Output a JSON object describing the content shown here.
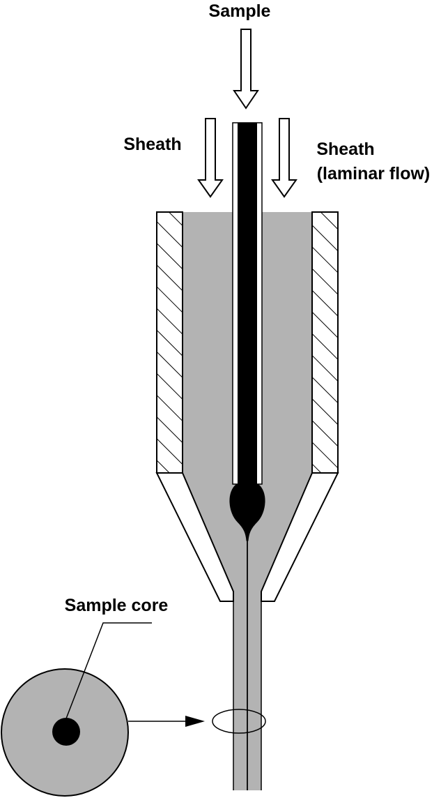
{
  "labels": {
    "sample": "Sample",
    "sheath_left": "Sheath",
    "sheath_right_line1": "Sheath",
    "sheath_right_line2": "(laminar flow)",
    "sample_core": "Sample core"
  },
  "colors": {
    "sheath_fluid": "#b3b3b3",
    "sample_stream": "#000000",
    "outline": "#000000",
    "background": "#ffffff"
  }
}
